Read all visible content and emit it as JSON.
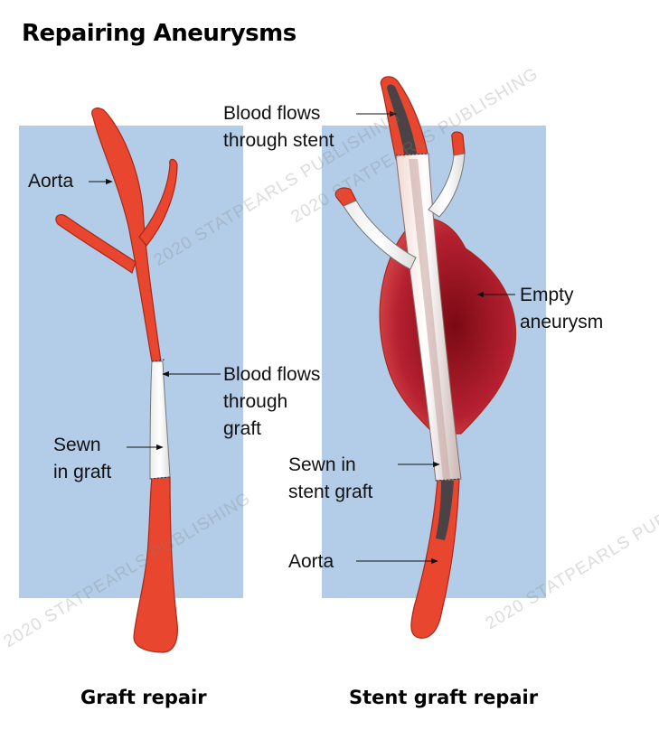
{
  "title": "Repairing Aneurysms",
  "left_panel": {
    "aorta": "Aorta",
    "blood_flows_1": "Blood flows",
    "blood_flows_2": "through",
    "blood_flows_3": "graft",
    "sewn_1": "Sewn",
    "sewn_2": "in graft",
    "caption": "Graft repair"
  },
  "right_panel": {
    "blood_stent_1": "Blood flows",
    "blood_stent_2": "through stent",
    "empty_1": "Empty",
    "empty_2": "aneurysm",
    "sewn_1": "Sewn in",
    "sewn_2": "stent graft",
    "aorta": "Aorta",
    "caption": "Stent graft repair"
  },
  "watermark": "2020 STATPEARLS PUBLISHING",
  "colors": {
    "panel_bg": "#b3cde8",
    "artery": "#e8462e",
    "artery_outline": "#a8281a",
    "aneurysm_dark": "#8a0e18",
    "aneurysm_light": "#d64545",
    "stent_core": "#4a4244",
    "graft": "#ffffff"
  }
}
